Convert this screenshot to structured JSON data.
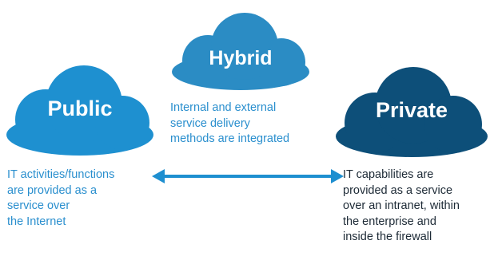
{
  "diagram": {
    "colors": {
      "hybrid_cloud": "#2b8cc4",
      "public_cloud": "#1e90d0",
      "private_cloud": "#0d4f79",
      "public_text": "#2a8fce",
      "hybrid_text": "#2a8fce",
      "private_text": "#1d2a36",
      "arrow": "#1e8fd0"
    },
    "hybrid": {
      "title": "Hybrid",
      "desc_lines": [
        "Internal and external",
        "service delivery",
        "methods are integrated"
      ]
    },
    "public": {
      "title": "Public",
      "desc_lines": [
        "IT activities/functions",
        "are provided as a",
        "service over",
        "the Internet"
      ]
    },
    "private": {
      "title": "Private",
      "desc_lines": [
        "IT capabilities are",
        "provided as a service",
        "over an intranet, within",
        "the enterprise and",
        "inside the firewall"
      ]
    },
    "arrow_icon": "double-headed-arrow-icon"
  }
}
